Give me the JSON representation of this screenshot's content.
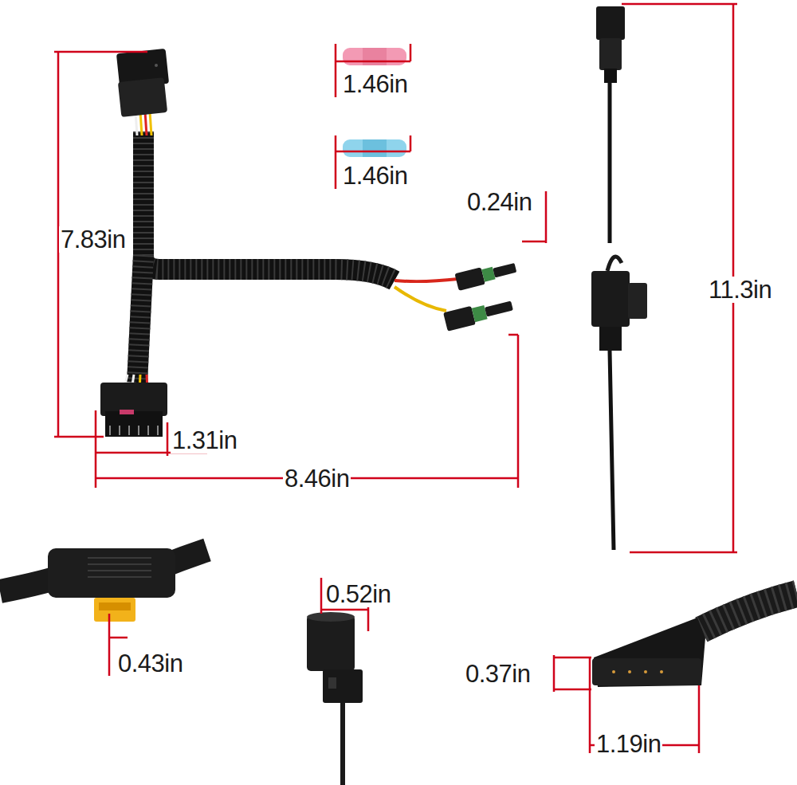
{
  "diagram": {
    "labels": [
      "1.46in",
      "1.46in",
      "7.83in",
      "0.24in",
      "11.3in",
      "1.31in",
      "8.46in",
      "0.52in",
      "0.43in",
      "0.37in",
      "1.19in"
    ]
  }
}
